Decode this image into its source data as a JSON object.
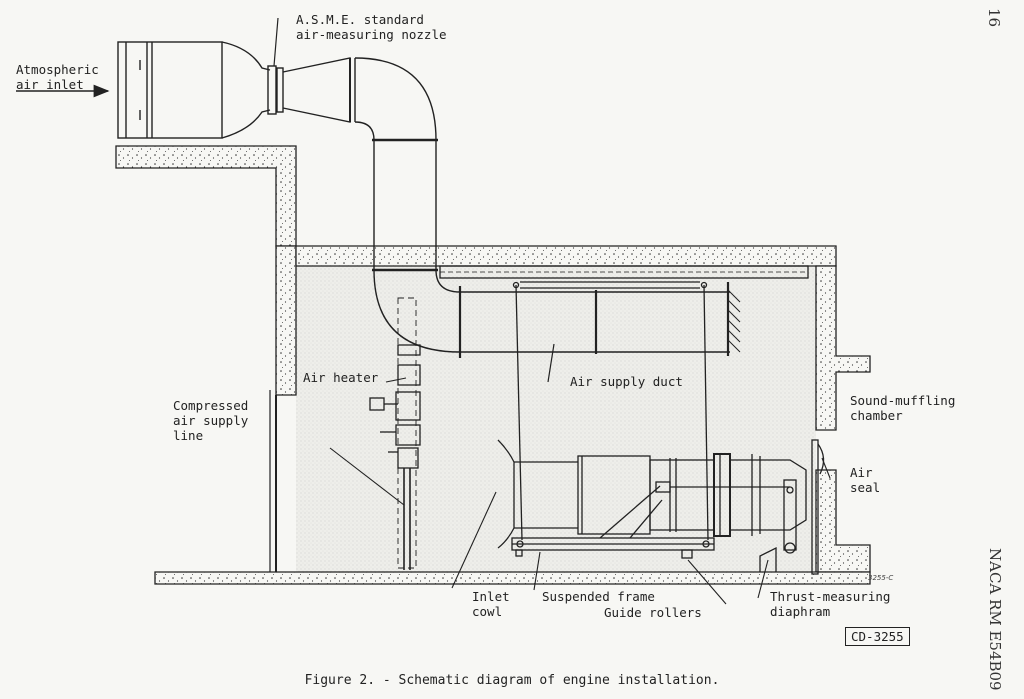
{
  "labels": {
    "atmospheric_inlet": "Atmospheric\nair inlet",
    "asme_nozzle": "A.S.M.E. standard\nair-measuring nozzle",
    "air_heater": "Air heater",
    "compressed_air": "Compressed\nair supply\nline",
    "air_supply_duct": "Air supply duct",
    "sound_muffling": "Sound-muffling\nchamber",
    "air_seal": "Air\nseal",
    "inlet_cowl": "Inlet\ncowl",
    "suspended_frame": "Suspended frame",
    "guide_rollers": "Guide rollers",
    "thrust_diaphragm": "Thrust-measuring\ndiaphram"
  },
  "page_number": "16",
  "report_id": "NACA RM E54B09",
  "drawing_number": "CD-3255",
  "small_ref": "3255-C",
  "caption": "Figure 2. - Schematic diagram of engine installation."
}
